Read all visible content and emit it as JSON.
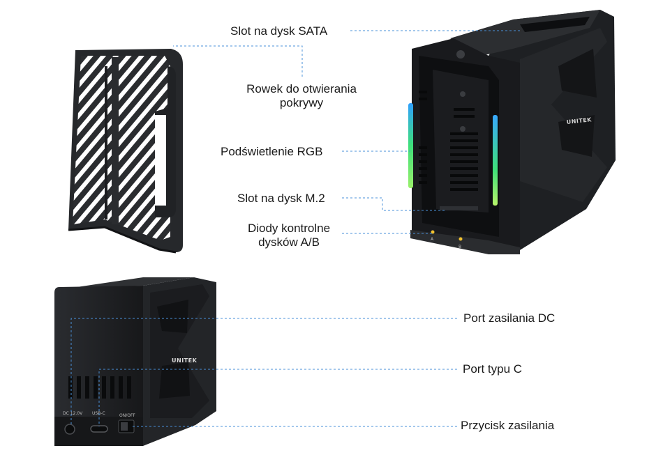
{
  "callouts": {
    "sata_slot": "Slot na dysk SATA",
    "cover_groove_line1": "Rowek do otwierania",
    "cover_groove_line2": "pokrywy",
    "rgb_light": "Podświetlenie RGB",
    "m2_slot": "Slot na dysk M.2",
    "leds_line1": "Diody kontrolne",
    "leds_line2": "dysków A/B",
    "dc_port": "Port zasilania DC",
    "usbc_port": "Port typu C",
    "power_button": "Przycisk zasilania"
  },
  "device_markings": {
    "brand": "UNITEK",
    "dc_label": "DC 12.0V",
    "usbc_label": "USB-C",
    "onoff_label": "ON/OFF",
    "bay_a": "A",
    "bay_b": "B"
  },
  "colors": {
    "leader_line": "#4a90d9",
    "device_body": "#1f2124",
    "rgb_green": "#3ee07a",
    "rgb_blue": "#38a8ff",
    "led_yellow": "#f2c230"
  }
}
